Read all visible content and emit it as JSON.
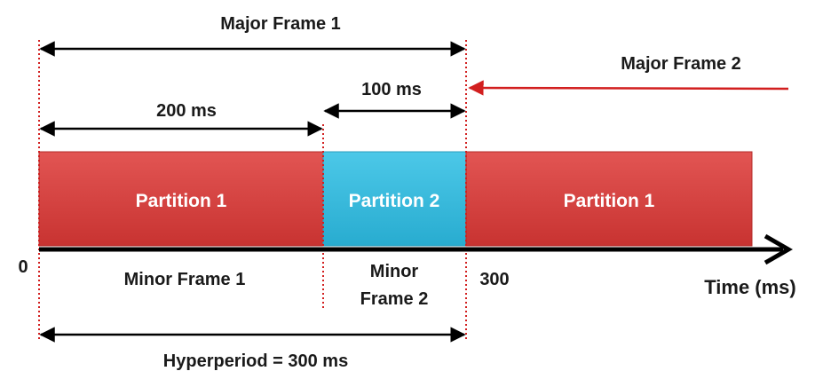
{
  "labels": {
    "major_frame_1": "Major Frame 1",
    "major_frame_2": "Major Frame 2",
    "duration_200": "200 ms",
    "duration_100": "100 ms",
    "partition_a": "Partition 1",
    "partition_b": "Partition 2",
    "partition_c": "Partition 1",
    "origin": "0",
    "end_300": "300",
    "minor_frame_1": "Minor Frame 1",
    "minor_frame_2_line1": "Minor",
    "minor_frame_2_line2": "Frame 2",
    "axis": "Time (ms)",
    "hyperperiod": "Hyperperiod = 300 ms"
  },
  "colors": {
    "partition_1": "#d8413f",
    "partition_2": "#3bbfe0",
    "arrow": "#000000",
    "major_frame_2_arrow": "#d21f1f",
    "divider": "#d21f1f"
  }
}
